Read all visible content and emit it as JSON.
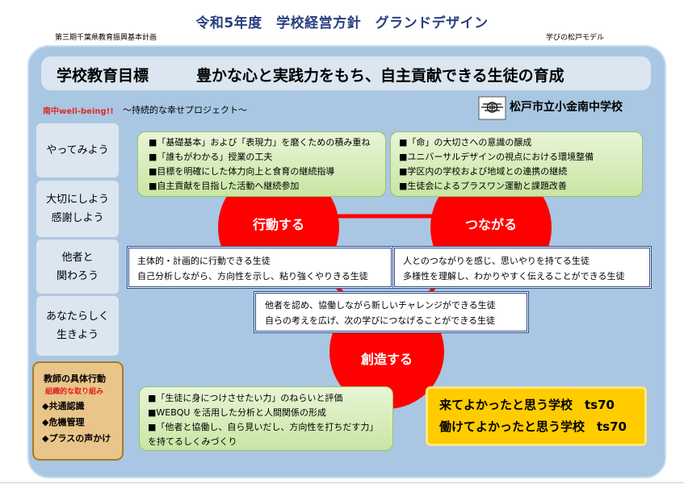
{
  "header": {
    "title": "令和5年度　学校経営方針　グランドデザイン",
    "left_note": "第三期千葉県教育振興基本計画",
    "right_note": "学びの松戸モデル"
  },
  "goal": {
    "label": "学校教育目標",
    "text": "豊かな心と実践力をもち、自主貢献できる生徒の育成"
  },
  "project": {
    "wellbeing": "南中well-being!!",
    "subtitle": "～持続的な幸せプロジェクト～"
  },
  "school": {
    "name": "松戸市立小金南中学校",
    "emblem_icon": "school-emblem-icon"
  },
  "side_menu": [
    {
      "lines": [
        "やってみよう"
      ]
    },
    {
      "lines": [
        "大切にしよう",
        "感謝しよう"
      ]
    },
    {
      "lines": [
        "他者と",
        "関わろう"
      ]
    },
    {
      "lines": [
        "あなたらしく",
        "生きよう"
      ]
    }
  ],
  "teacher_box": {
    "title": "教師の具体行動",
    "subtitle": "組織的な取り組み",
    "items": [
      "◆共通認識",
      "◆危機管理",
      "◆プラスの声かけ"
    ]
  },
  "circles": {
    "action": "行動する",
    "connect": "つながる",
    "create": "創造する"
  },
  "green_top_left": [
    "■「基礎基本」および「表現力」を磨くための積み重ね",
    "■「誰もがわかる」授業の工夫",
    "■目標を明確にした体力向上と食育の継続指導",
    "■自主貢献を目指した活動へ継続参加"
  ],
  "green_top_right": [
    "■「命」の大切さへの意識の醸成",
    "■ユニバーサルデザインの視点における環境整備",
    "■学区内の学校および地域との連携の継続",
    "■生徒会によるプラスワン運動と課題改善"
  ],
  "green_bottom": [
    "■「生徒に身につけさせたい力」のねらいと評価",
    "■WEBQU を活用した分析と人間関係の形成",
    "■「他者と協働し、自ら見いだし、方向性を打ちだす力」",
    "を持てるしくみづくり"
  ],
  "box_left": [
    "主体的・計画的に行動できる生徒",
    "自己分析しながら、方向性を示し、粘り強くやりきる生徒"
  ],
  "box_right": [
    "人とのつながりを感じ、思いやりを持てる生徒",
    "多様性を理解し、わかりやすく伝えることができる生徒"
  ],
  "box_center": [
    "他者を認め、協働しながら新しいチャレンジができる生徒",
    "自らの考えを広げ、次の学びにつなげることができる生徒"
  ],
  "target": {
    "line1": "来てよかったと思う学校　ts70",
    "line2": "働けてよかったと思う学校　ts70"
  },
  "colors": {
    "title_navy": "#2a3f80",
    "panel_blue": "#a9c7e3",
    "circle_red": "#ff0000",
    "target_yellow": "#ffcc00",
    "wellbeing_red": "#e02a2a"
  }
}
